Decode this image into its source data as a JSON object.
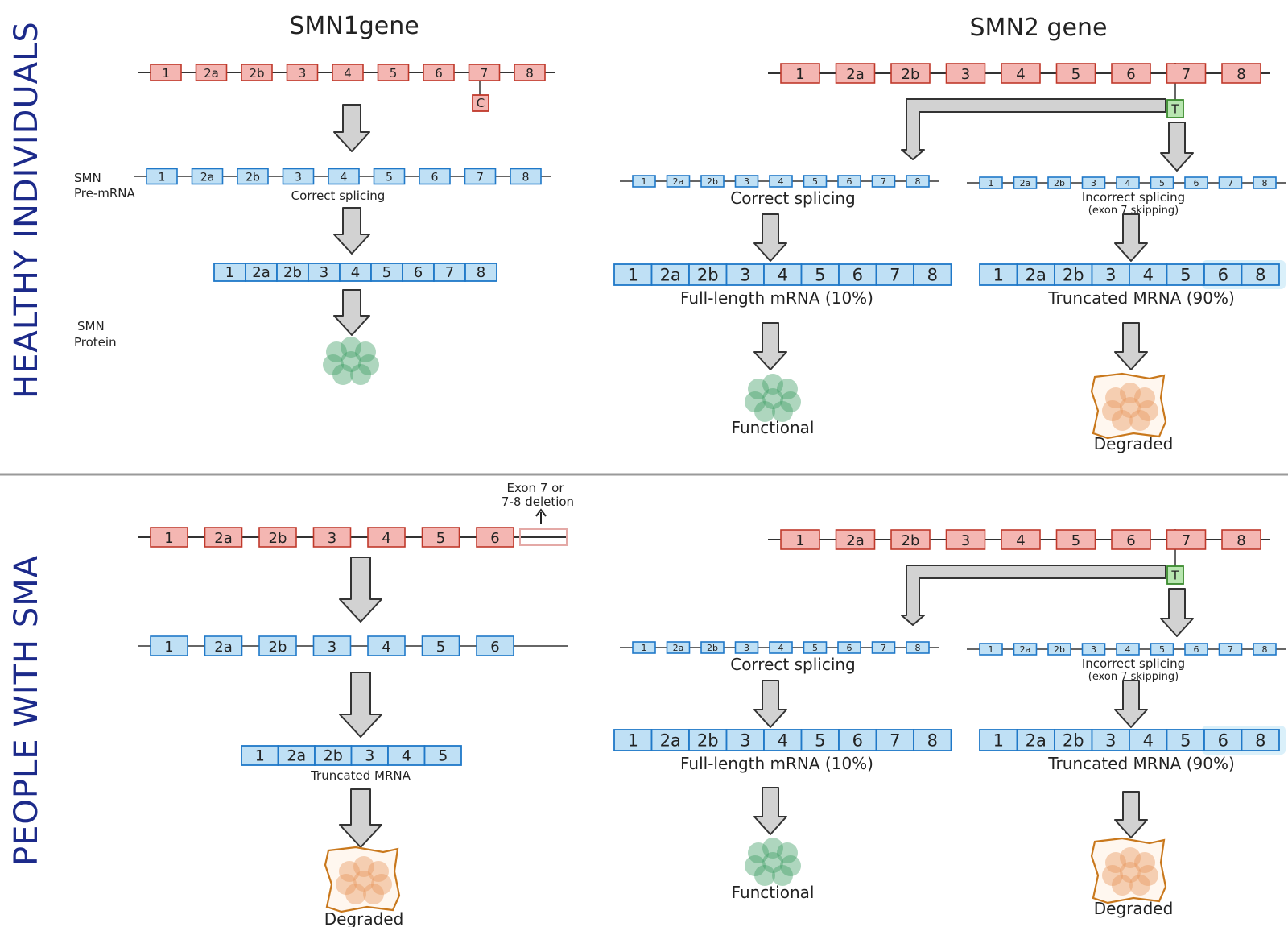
{
  "sections": {
    "healthy": "HEALTHY INDIVIDUALS",
    "sma": "PEOPLE WITH SMA"
  },
  "smn1": {
    "title": "SMN1gene",
    "c_label": "C",
    "pre_mrna_label_1": "SMN",
    "pre_mrna_label_2": "Pre-mRNA",
    "correct_splicing": "Correct splicing",
    "protein_label_1": "SMN",
    "protein_label_2": "Protein",
    "deletion_note_1": "Exon 7 or",
    "deletion_note_2": "7-8 deletion",
    "truncated_mrna": "Truncated MRNA",
    "degraded": "Degraded"
  },
  "smn2": {
    "title": "SMN2 gene",
    "t_label": "T",
    "correct_splicing": "Correct splicing",
    "incorrect_splicing_1": "Incorrect splicing",
    "incorrect_splicing_2": "(exon 7 skipping)",
    "full_length": "Full-length mRNA (10%)",
    "truncated": "Truncated MRNA (90%)",
    "functional": "Functional",
    "degraded": "Degraded"
  },
  "exons": {
    "full": [
      "1",
      "2a",
      "2b",
      "3",
      "4",
      "5",
      "6",
      "7",
      "8"
    ],
    "skip7": [
      "1",
      "2a",
      "2b",
      "3",
      "4",
      "5",
      "6",
      "8"
    ],
    "no78": [
      "1",
      "2a",
      "2b",
      "3",
      "4",
      "5",
      "6"
    ],
    "truncated_sma": [
      "1",
      "2a",
      "2b",
      "3",
      "4",
      "5"
    ]
  },
  "colors": {
    "gene_fill": "#f4b6b2",
    "gene_stroke": "#c0392b",
    "rna_fill": "#bfe0f5",
    "rna_stroke": "#1f78c8",
    "t_fill": "#b8e6b0",
    "t_stroke": "#3a8a2e",
    "protein": "#3f9d63",
    "degraded": "#e8955a",
    "degraded_stroke": "#c9781c",
    "section_text": "#1c2a8a"
  }
}
